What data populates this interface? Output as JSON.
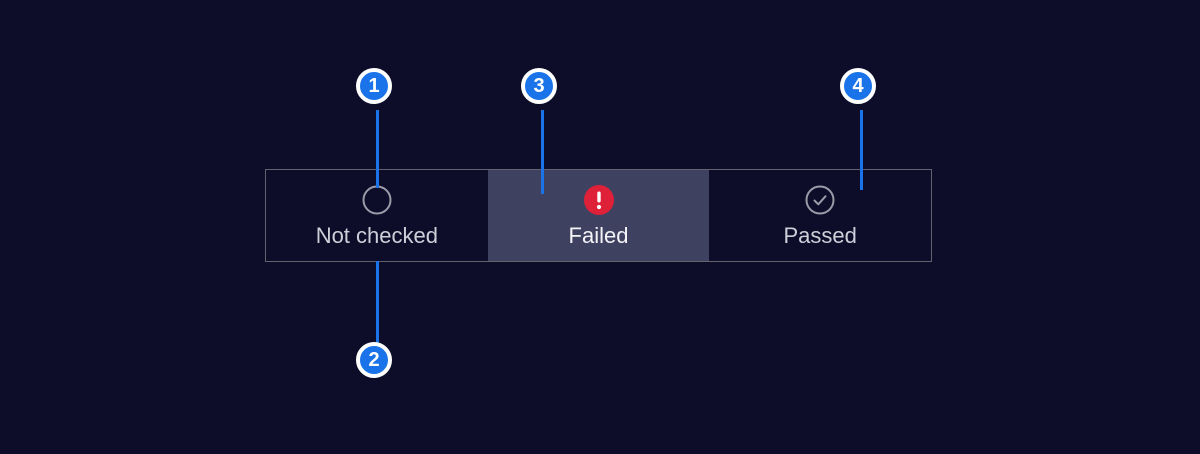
{
  "status_selector": {
    "options": [
      {
        "label": "Not checked",
        "icon": "circle-outline-icon",
        "state": "default"
      },
      {
        "label": "Failed",
        "icon": "error-filled-icon",
        "state": "selected"
      },
      {
        "label": "Passed",
        "icon": "check-circle-icon",
        "state": "default"
      }
    ]
  },
  "callouts": {
    "badge1": "1",
    "badge2": "2",
    "badge3": "3",
    "badge4": "4"
  },
  "colors": {
    "page_background": "#0d0d2a",
    "accent_blue": "#1a73e8",
    "error_red": "#df2039",
    "selected_segment": "#3e4160",
    "bar_border": "#63636f",
    "icon_gray": "#9b9ba8",
    "label_gray": "#cfcfda"
  }
}
